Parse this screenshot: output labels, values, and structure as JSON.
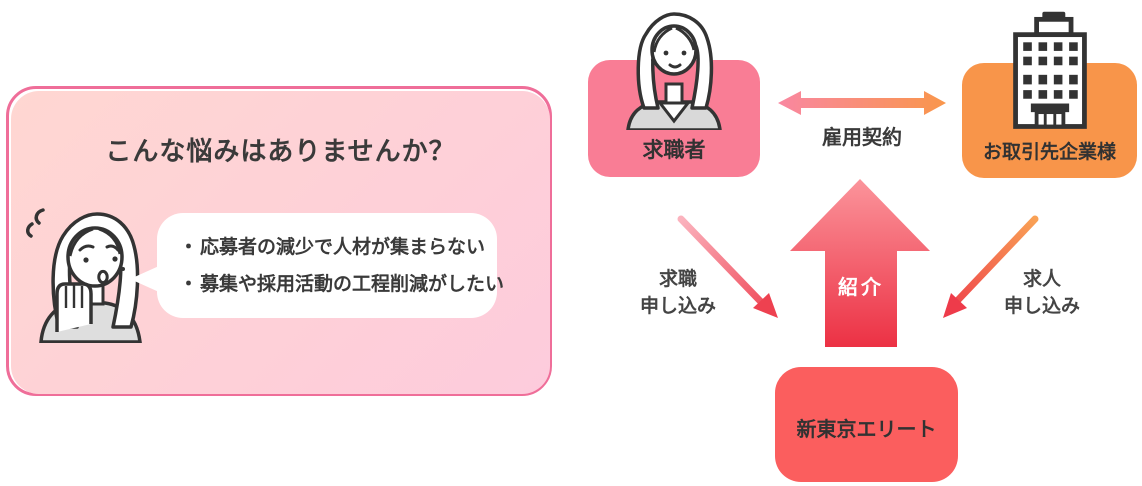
{
  "card": {
    "title": "こんな悩みはありませんか？",
    "bubble": {
      "bullet": "・",
      "items": [
        "応募者の減少で人材が集まらない",
        "募集や採用活動の工程削減がしたい"
      ]
    }
  },
  "diagram": {
    "job_seeker": {
      "label": "求職者"
    },
    "client_company": {
      "label": "お取引先企業様"
    },
    "agency": {
      "label": "新東京エリート"
    },
    "arrows": {
      "employment_contract": {
        "label": "雇用契約"
      },
      "referral": {
        "label": "紹介"
      },
      "job_application": {
        "line1": "求職",
        "line2": "申し込み"
      },
      "job_posting": {
        "line1": "求人",
        "line2": "申し込み"
      }
    }
  },
  "colors": {
    "job_seeker_box": "#F97D95",
    "client_company_box": "#F8954A",
    "agency_box": "#FB5E5E",
    "card_border": "#EF6E99",
    "card_gradient_start": "#FFD7D2",
    "card_gradient_end": "#FDCBDC",
    "arrow_pink": "#F987A1",
    "arrow_orange": "#F9964B",
    "arrow_red": "#EE3B4A",
    "text_dark": "#3A3A3A",
    "text_white": "#FFFFFF"
  }
}
